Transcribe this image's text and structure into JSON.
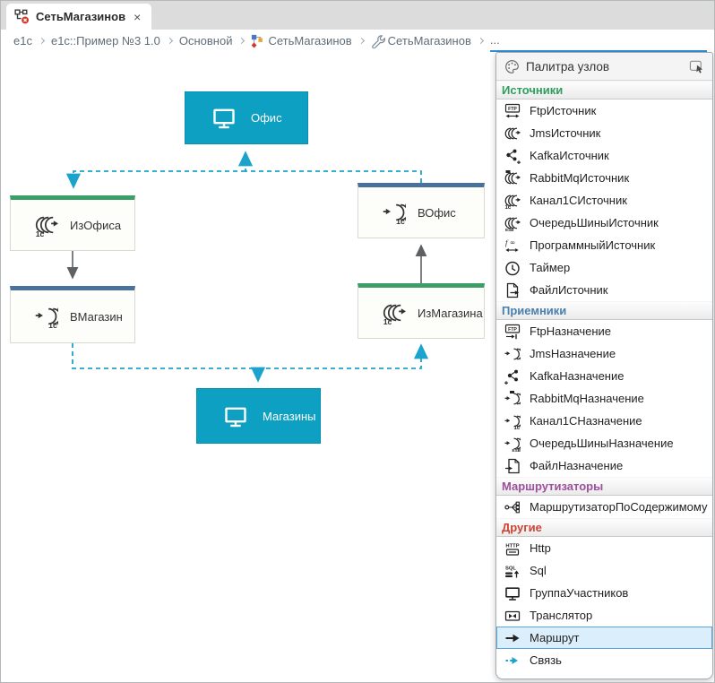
{
  "tab": {
    "title": "СетьМагазинов",
    "close": "×"
  },
  "breadcrumb": {
    "items": [
      {
        "label": "e1c"
      },
      {
        "label": "e1c::Пример №3 1.0"
      },
      {
        "label": "Основной"
      },
      {
        "label": "СетьМагазинов",
        "icon": "diagram-colored-icon"
      },
      {
        "label": "СетьМагазинов",
        "icon": "wrench-icon"
      },
      {
        "label": "..."
      }
    ]
  },
  "diagram": {
    "nodes": [
      {
        "label": "Офис",
        "type": "participant"
      },
      {
        "label": "ИзОфиса",
        "type": "source-channel-1c"
      },
      {
        "label": "ВМагазин",
        "type": "destination-channel-1c"
      },
      {
        "label": "ВОфис",
        "type": "destination-channel-1c"
      },
      {
        "label": "ИзМагазина",
        "type": "source-channel-1c"
      },
      {
        "label": "Магазины",
        "type": "participant"
      }
    ],
    "connections": [
      {
        "from": "ВОфис",
        "to": "Офис",
        "style": "dashed-link"
      },
      {
        "from": "Офис",
        "to": "ИзОфиса",
        "style": "dashed-link"
      },
      {
        "from": "ИзОфиса",
        "to": "ВМагазин",
        "style": "solid-route"
      },
      {
        "from": "ВМагазин",
        "to": "Магазины",
        "style": "dashed-link"
      },
      {
        "from": "Магазины",
        "to": "ИзМагазина",
        "style": "dashed-link"
      },
      {
        "from": "ИзМагазина",
        "to": "ВОфис",
        "style": "solid-route"
      }
    ]
  },
  "palette": {
    "title": "Палитра узлов",
    "selected_item": "Маршрут",
    "sections": [
      {
        "label": "Источники",
        "color": "#2e9e5f",
        "items": [
          {
            "icon": "ftp-source-icon",
            "label": "FtpИсточник"
          },
          {
            "icon": "jms-source-icon",
            "label": "JmsИсточник"
          },
          {
            "icon": "kafka-source-icon",
            "label": "KafkaИсточник"
          },
          {
            "icon": "rabbitmq-source-icon",
            "label": "RabbitMqИсточник"
          },
          {
            "icon": "channel-1c-source-icon",
            "label": "Канал1СИсточник"
          },
          {
            "icon": "esb-queue-source-icon",
            "label": "ОчередьШиныИсточник"
          },
          {
            "icon": "program-source-icon",
            "label": "ПрограммныйИсточник"
          },
          {
            "icon": "timer-icon",
            "label": "Таймер"
          },
          {
            "icon": "file-source-icon",
            "label": "ФайлИсточник"
          }
        ]
      },
      {
        "label": "Приемники",
        "color": "#4a7fae",
        "items": [
          {
            "icon": "ftp-destination-icon",
            "label": "FtpНазначение"
          },
          {
            "icon": "jms-destination-icon",
            "label": "JmsНазначение"
          },
          {
            "icon": "kafka-destination-icon",
            "label": "KafkaНазначение"
          },
          {
            "icon": "rabbitmq-destination-icon",
            "label": "RabbitMqНазначение"
          },
          {
            "icon": "channel-1c-destination-icon",
            "label": "Канал1СНазначение"
          },
          {
            "icon": "esb-queue-destination-icon",
            "label": "ОчередьШиныНазначение"
          },
          {
            "icon": "file-destination-icon",
            "label": "ФайлНазначение"
          }
        ]
      },
      {
        "label": "Маршрутизаторы",
        "color": "#9c4f9c",
        "items": [
          {
            "icon": "content-router-icon",
            "label": "МаршрутизаторПоСодержимому"
          }
        ]
      },
      {
        "label": "Другие",
        "color": "#cc4433",
        "items": [
          {
            "icon": "http-icon",
            "label": "Http"
          },
          {
            "icon": "sql-icon",
            "label": "Sql"
          },
          {
            "icon": "monitor-icon",
            "label": "ГруппаУчастников"
          },
          {
            "icon": "translator-icon",
            "label": "Транслятор"
          },
          {
            "icon": "route-icon",
            "label": "Маршрут"
          },
          {
            "icon": "link-icon",
            "label": "Связь"
          }
        ]
      }
    ]
  },
  "colors": {
    "participant_node": "#0da0c2",
    "source_bar": "#3d9e68",
    "destination_bar": "#4a709c",
    "dashed_link": "#1ba3cc",
    "route_arrow": "#5d6164",
    "selection_bg": "#dbeefb",
    "selection_border": "#57a7de",
    "breadcrumb_underline": "#2f8fd8"
  }
}
